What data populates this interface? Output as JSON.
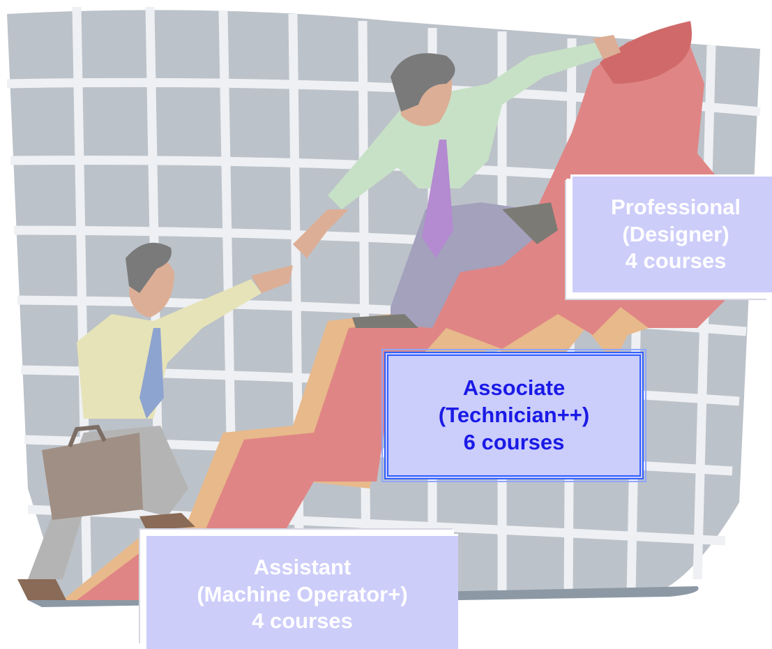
{
  "tiers": {
    "professional": {
      "line1": "Professional",
      "line2": "(Designer)",
      "line3": "4 courses"
    },
    "associate": {
      "line1": "Associate",
      "line2": "(Technician++)",
      "line3": "6 courses"
    },
    "assistant": {
      "line1": "Assistant",
      "line2": "(Machine Operator+)",
      "line3": "4 courses"
    }
  },
  "colors": {
    "tier_box_fill": "#cdcdfa",
    "associate_text": "#1a1ae6",
    "associate_border": "#3060ff",
    "tier_text_light": "#ffffff"
  }
}
